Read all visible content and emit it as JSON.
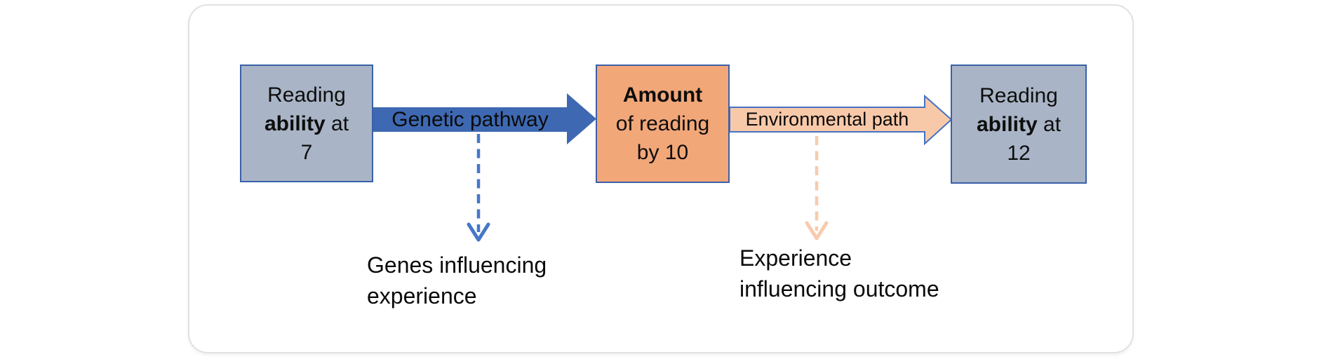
{
  "figure": {
    "nodes": [
      {
        "line1": "Reading",
        "line2_bold": "ability",
        "line2_after": " at",
        "line3": "7"
      },
      {
        "line1_bold": "Amount",
        "line2": "of reading",
        "line3": "by 10"
      },
      {
        "line1": "Reading",
        "line2_bold": "ability",
        "line2_after": " at",
        "line3": "12"
      }
    ],
    "arrows": [
      {
        "label": "Genetic pathway",
        "style": "solid",
        "fill": "#3E69B2"
      },
      {
        "label": "Environmental path",
        "style": "outlined",
        "fill": "#F8C9A9",
        "border": "#4472C4"
      }
    ],
    "dashed_arrows": [
      {
        "caption_line1": "Genes influencing",
        "caption_line2": "experience",
        "color": "#4577C9"
      },
      {
        "caption_line1": "Experience",
        "caption_line2": "influencing outcome",
        "color": "#F8CBAD"
      }
    ],
    "colors": {
      "node_gray_fill": "#A9B5C6",
      "node_orange_fill": "#F2A778",
      "node_border": "#3A60A8",
      "card_border": "#E1E1E1",
      "text": "#0A0A0A"
    }
  }
}
